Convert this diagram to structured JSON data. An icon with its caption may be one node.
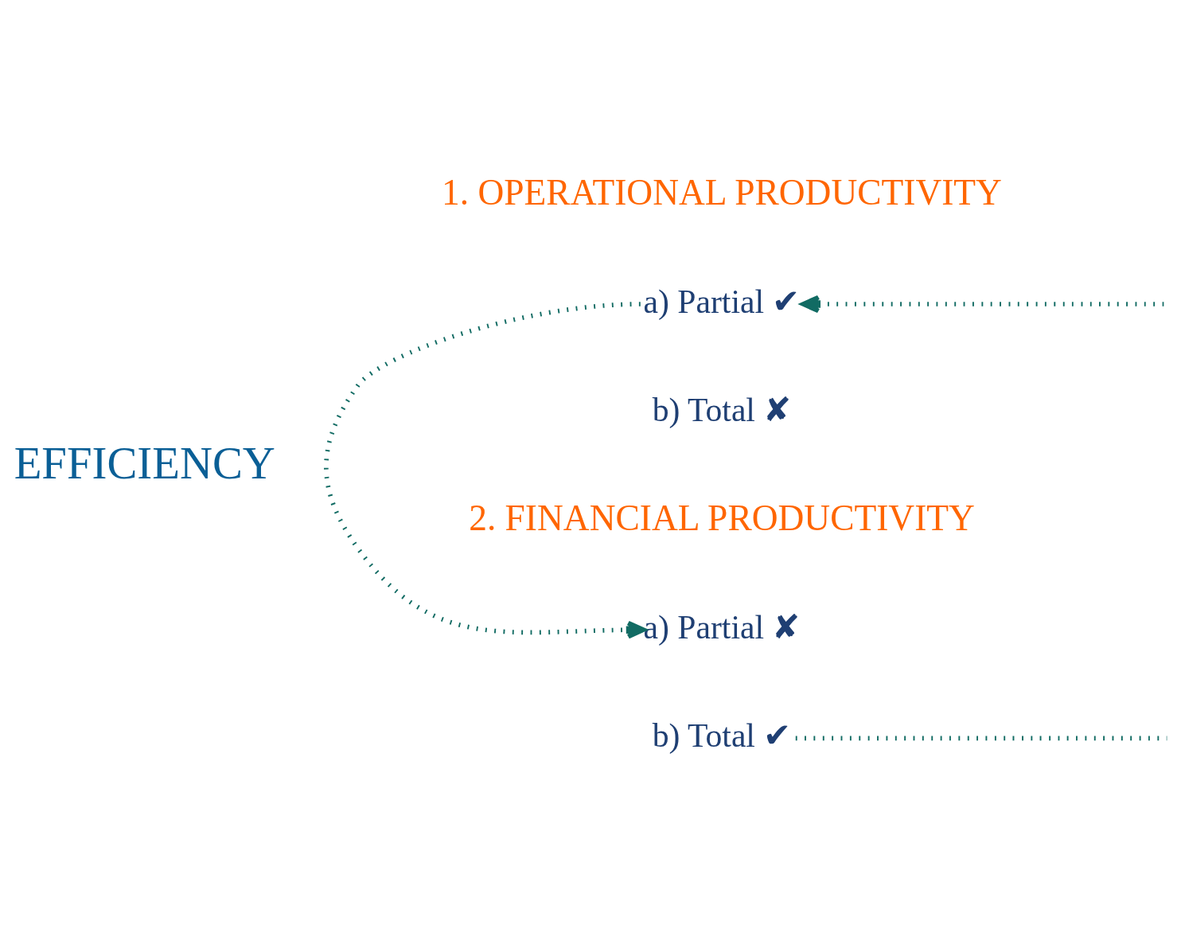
{
  "diagram": {
    "nodes": [
      {
        "text": [
          "EFFICIENCY"
        ]
      },
      {
        "text": [
          "1. OPERATIONAL PRODUCTIVITY"
        ]
      },
      {
        "text": [
          "a) Partial ✔"
        ]
      },
      {
        "text": [
          "b) Total ✘"
        ]
      },
      {
        "text": [
          "2. FINANCIAL PRODUCTIVITY"
        ]
      },
      {
        "text": [
          "a) Partial ✘"
        ]
      },
      {
        "text": [
          "b) Total ✔"
        ]
      }
    ],
    "edges": [
      {
        "from": 2,
        "to": 5,
        "arrow": "to",
        "style": "dashed",
        "color": "#116b63"
      },
      {
        "from": null,
        "to": 2,
        "arrow": "to",
        "style": "dashed",
        "color": "#116b63"
      },
      {
        "from": 6,
        "to": null,
        "arrow": "none",
        "style": "dashed",
        "color": "#116b63"
      }
    ]
  }
}
